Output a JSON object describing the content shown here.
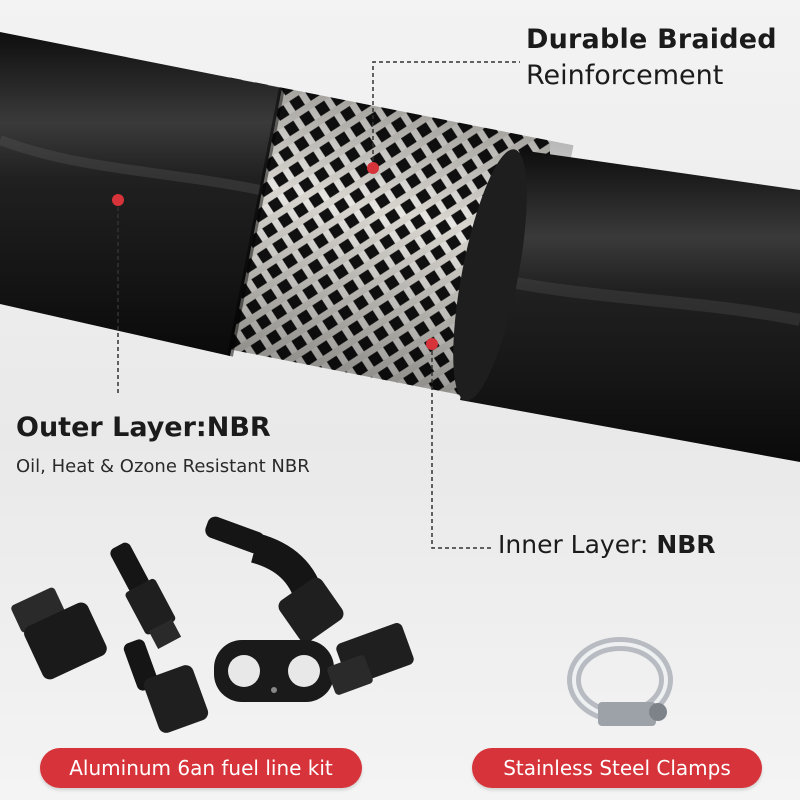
{
  "labels": {
    "braided_title": "Durable Braided",
    "braided_subtitle": "Reinforcement",
    "outer_title": "Outer Layer:NBR",
    "outer_subtitle": "Oil, Heat & Ozone Resistant NBR",
    "inner_prefix": "Inner Layer: ",
    "inner_value": "NBR"
  },
  "badges": {
    "kit": "Aluminum 6an fuel line kit",
    "clamps": "Stainless Steel Clamps"
  },
  "colors": {
    "accent_red": "#d6343a",
    "hose_black": "#1a1a1a",
    "braid_white": "#e8e6e2",
    "text_dark": "#1b1b1b"
  }
}
